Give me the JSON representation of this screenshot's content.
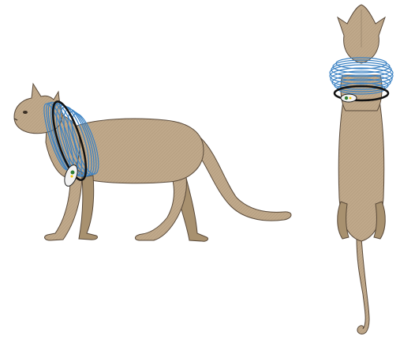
{
  "scene": {
    "background": "#ffffff",
    "views": [
      {
        "id": "side-view",
        "subject": "cat-side-view-with-coil-collar"
      },
      {
        "id": "top-view",
        "subject": "cat-top-view-with-coil-collar"
      }
    ]
  },
  "colors": {
    "fur": "#bfa88a",
    "fur_dark": "#8e7a62",
    "fur_light": "#d8c6ab",
    "outline": "#5a4a3a",
    "coil": "#3b82c4",
    "coil_dark": "#1f4f86",
    "collar_band": "#111111",
    "device_body": "#f2f2f2",
    "device_accent": "#2e7d32",
    "device_dot": "#f2c200"
  }
}
